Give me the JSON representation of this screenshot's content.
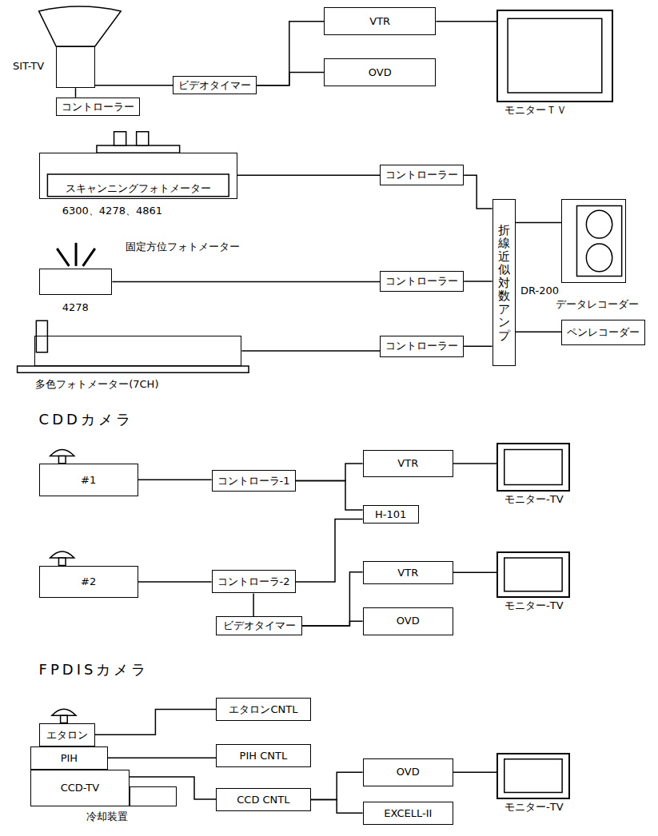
{
  "diagram": {
    "nodes": [
      {
        "text": [
          "SIT-TV"
        ]
      },
      {
        "text": [
          "コントローラー"
        ]
      },
      {
        "text": [
          "ビデオタイマー"
        ]
      },
      {
        "text": [
          "VTR"
        ]
      },
      {
        "text": [
          "OVD"
        ]
      },
      {
        "text": [
          "モニターＴＶ"
        ]
      },
      {
        "text": [
          "スキャンニングフォトメーター"
        ]
      },
      {
        "text": [
          "コントローラー"
        ]
      },
      {
        "text": [
          "折線近似対数アンプ"
        ]
      },
      {
        "text": [
          "DR-200",
          "データレコーダー"
        ]
      },
      {
        "text": [
          "ペンレコーダー"
        ]
      },
      {
        "text": [
          "固定方位フォトメーター"
        ]
      },
      {
        "text": [
          "コントローラー"
        ]
      },
      {
        "text": [
          "多色フォトメーター(7CH)"
        ]
      },
      {
        "text": [
          "コントローラー"
        ]
      },
      {
        "text": [
          "#1"
        ]
      },
      {
        "text": [
          "コントローラ-1"
        ]
      },
      {
        "text": [
          "VTR"
        ]
      },
      {
        "text": [
          "モニター-TV"
        ]
      },
      {
        "text": [
          "H-101"
        ]
      },
      {
        "text": [
          "#2"
        ]
      },
      {
        "text": [
          "コントローラ-2"
        ]
      },
      {
        "text": [
          "VTR"
        ]
      },
      {
        "text": [
          "モニター-TV"
        ]
      },
      {
        "text": [
          "ビデオタイマー"
        ]
      },
      {
        "text": [
          "OVD"
        ]
      },
      {
        "text": [
          "エタロン"
        ]
      },
      {
        "text": [
          "PIH"
        ]
      },
      {
        "text": [
          "CCD-TV"
        ]
      },
      {
        "text": [
          "冷却装置"
        ]
      },
      {
        "text": [
          "エタロンCNTL"
        ]
      },
      {
        "text": [
          "PIH CNTL"
        ]
      },
      {
        "text": [
          "CCD CNTL"
        ]
      },
      {
        "text": [
          "OVD"
        ]
      },
      {
        "text": [
          "モニター-TV"
        ]
      },
      {
        "text": [
          "EXCELL-II"
        ]
      }
    ],
    "edges": [
      {
        "from": 0,
        "to": 1,
        "arrow": "none"
      },
      {
        "from": 0,
        "to": 2,
        "arrow": "none"
      },
      {
        "from": 2,
        "to": 3,
        "arrow": "none"
      },
      {
        "from": 2,
        "to": 4,
        "arrow": "none"
      },
      {
        "from": 3,
        "to": 5,
        "arrow": "none"
      },
      {
        "from": 6,
        "to": 7,
        "arrow": "none"
      },
      {
        "from": 7,
        "to": 8,
        "arrow": "none"
      },
      {
        "from": 8,
        "to": 9,
        "arrow": "none"
      },
      {
        "from": 8,
        "to": 10,
        "arrow": "none"
      },
      {
        "from": 11,
        "to": 12,
        "arrow": "none"
      },
      {
        "from": 12,
        "to": 8,
        "arrow": "none"
      },
      {
        "from": 13,
        "to": 14,
        "arrow": "none"
      },
      {
        "from": 14,
        "to": 8,
        "arrow": "none"
      },
      {
        "from": 15,
        "to": 16,
        "arrow": "none"
      },
      {
        "from": 16,
        "to": 17,
        "arrow": "none"
      },
      {
        "from": 17,
        "to": 18,
        "arrow": "none"
      },
      {
        "from": 16,
        "to": 19,
        "arrow": "none"
      },
      {
        "from": 20,
        "to": 21,
        "arrow": "none"
      },
      {
        "from": 21,
        "to": 19,
        "arrow": "none"
      },
      {
        "from": 21,
        "to": 24,
        "arrow": "none"
      },
      {
        "from": 24,
        "to": 22,
        "arrow": "none"
      },
      {
        "from": 24,
        "to": 25,
        "arrow": "none"
      },
      {
        "from": 22,
        "to": 23,
        "arrow": "none"
      },
      {
        "from": 26,
        "to": 30,
        "arrow": "none"
      },
      {
        "from": 27,
        "to": 31,
        "arrow": "none"
      },
      {
        "from": 28,
        "to": 32,
        "arrow": "none"
      },
      {
        "from": 32,
        "to": 33,
        "arrow": "none"
      },
      {
        "from": 32,
        "to": 35,
        "arrow": "none"
      },
      {
        "from": 33,
        "to": 34,
        "arrow": "none"
      }
    ],
    "labels": [
      "6300、4278、4861",
      "4278",
      "CDDカメラ",
      "FPDISカメラ"
    ]
  }
}
